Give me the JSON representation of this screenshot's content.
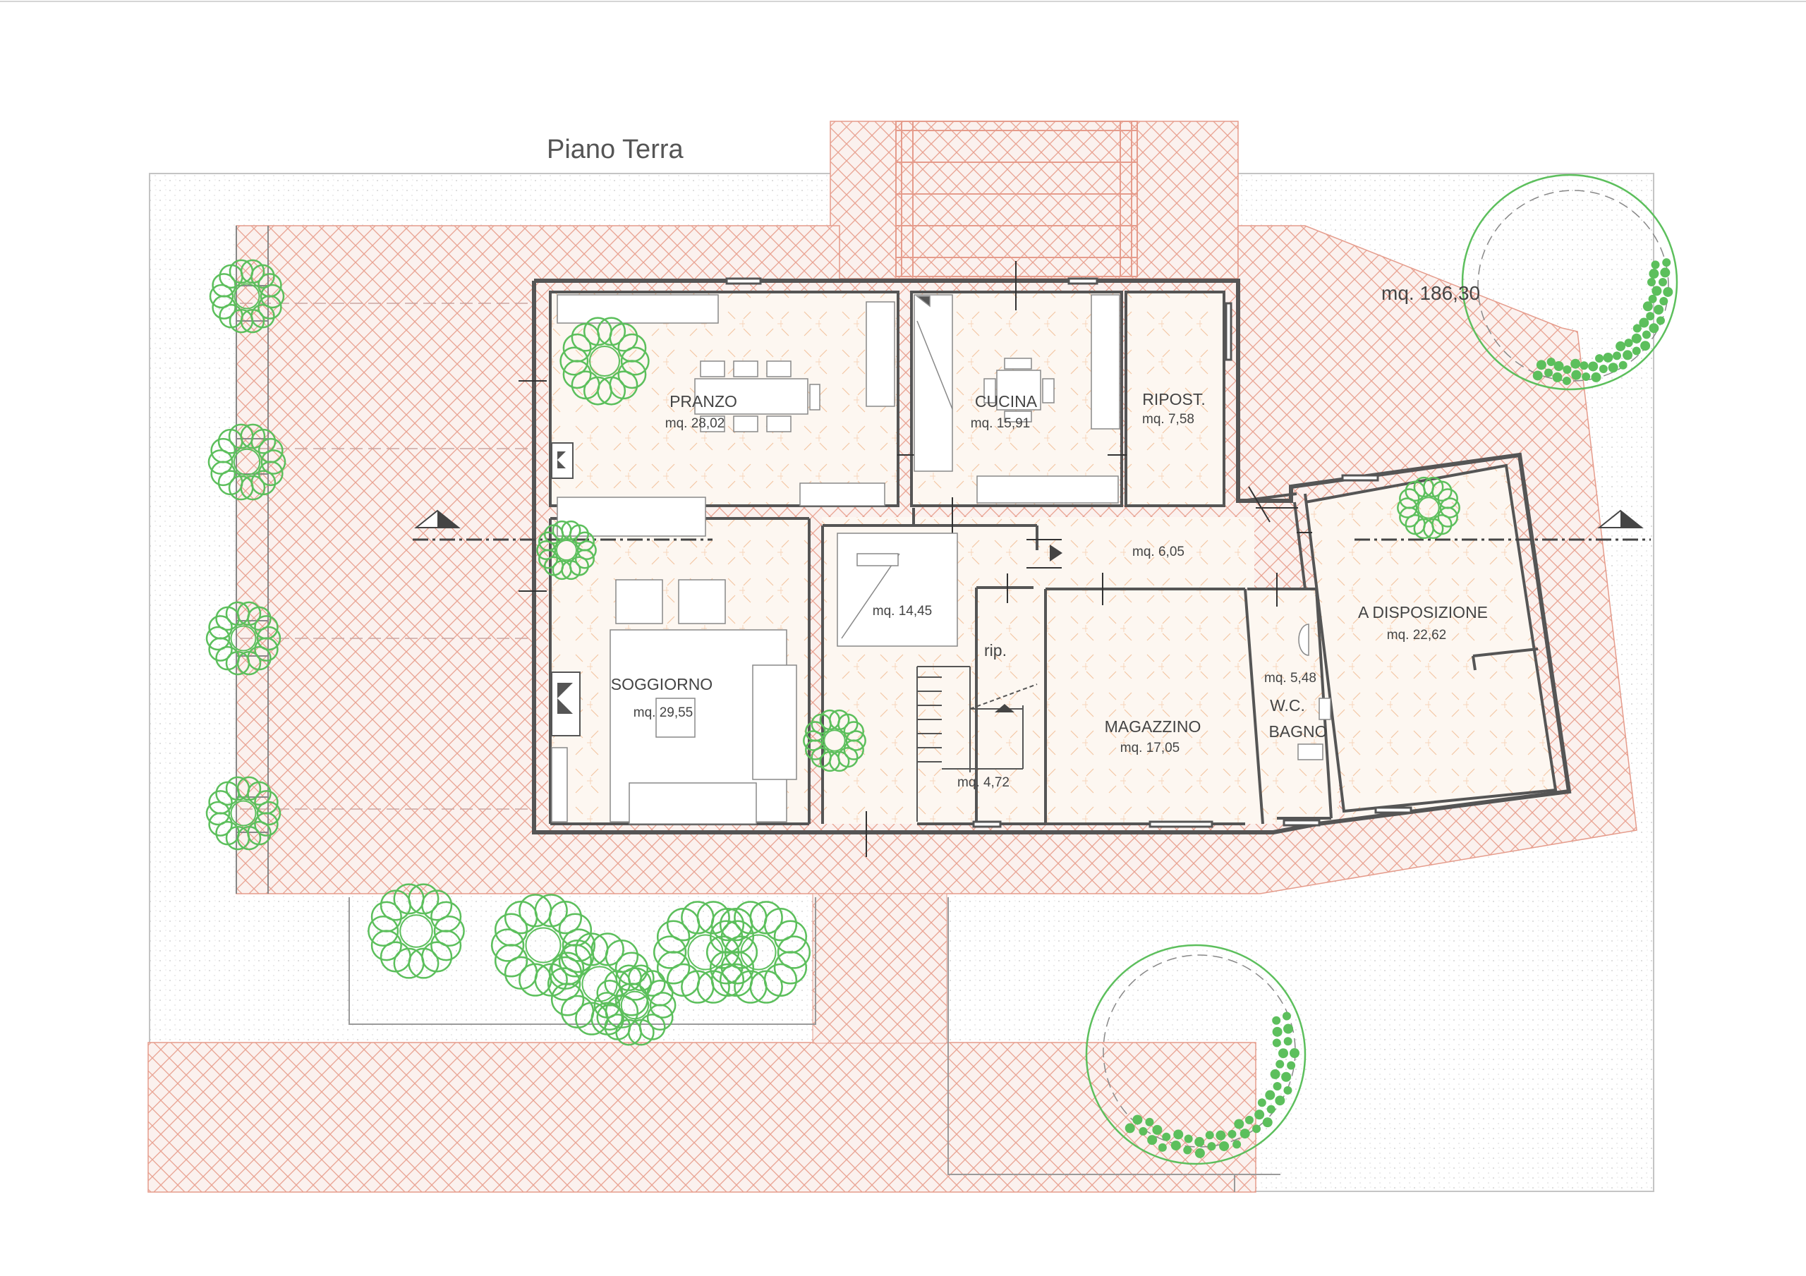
{
  "title": "Piano Terra",
  "garden_area": "mq. 186,30",
  "rooms": {
    "pranzo": {
      "name": "PRANZO",
      "area": "mq. 28,02"
    },
    "cucina": {
      "name": "CUCINA",
      "area": "mq. 15,91"
    },
    "ripost": {
      "name": "RIPOST.",
      "area": "mq. 7,58"
    },
    "corridoio": {
      "area": "mq. 6,05"
    },
    "ingresso": {
      "area": "mq. 14,45"
    },
    "rip": {
      "name": "rip."
    },
    "scala": {
      "area": "mq. 4,72"
    },
    "soggiorno": {
      "name": "SOGGIORNO",
      "area": "mq. 29,55"
    },
    "magazzino": {
      "name": "MAGAZZINO",
      "area": "mq. 17,05"
    },
    "bagno": {
      "name": "W.C.",
      "name2": "BAGNO",
      "area": "mq. 5,48"
    },
    "disposizione": {
      "name": "A DISPOSIZIONE",
      "area": "mq. 22,62"
    }
  },
  "colors": {
    "wall": "#555555",
    "paving": "#e8a090",
    "floor": "#f3c39c",
    "tree": "#5cbf5c",
    "ground": "#c8c8c8"
  },
  "icons": [
    "tree-icon",
    "fireplace-icon",
    "section-marker-icon",
    "dining-table-icon",
    "stairs-icon"
  ]
}
